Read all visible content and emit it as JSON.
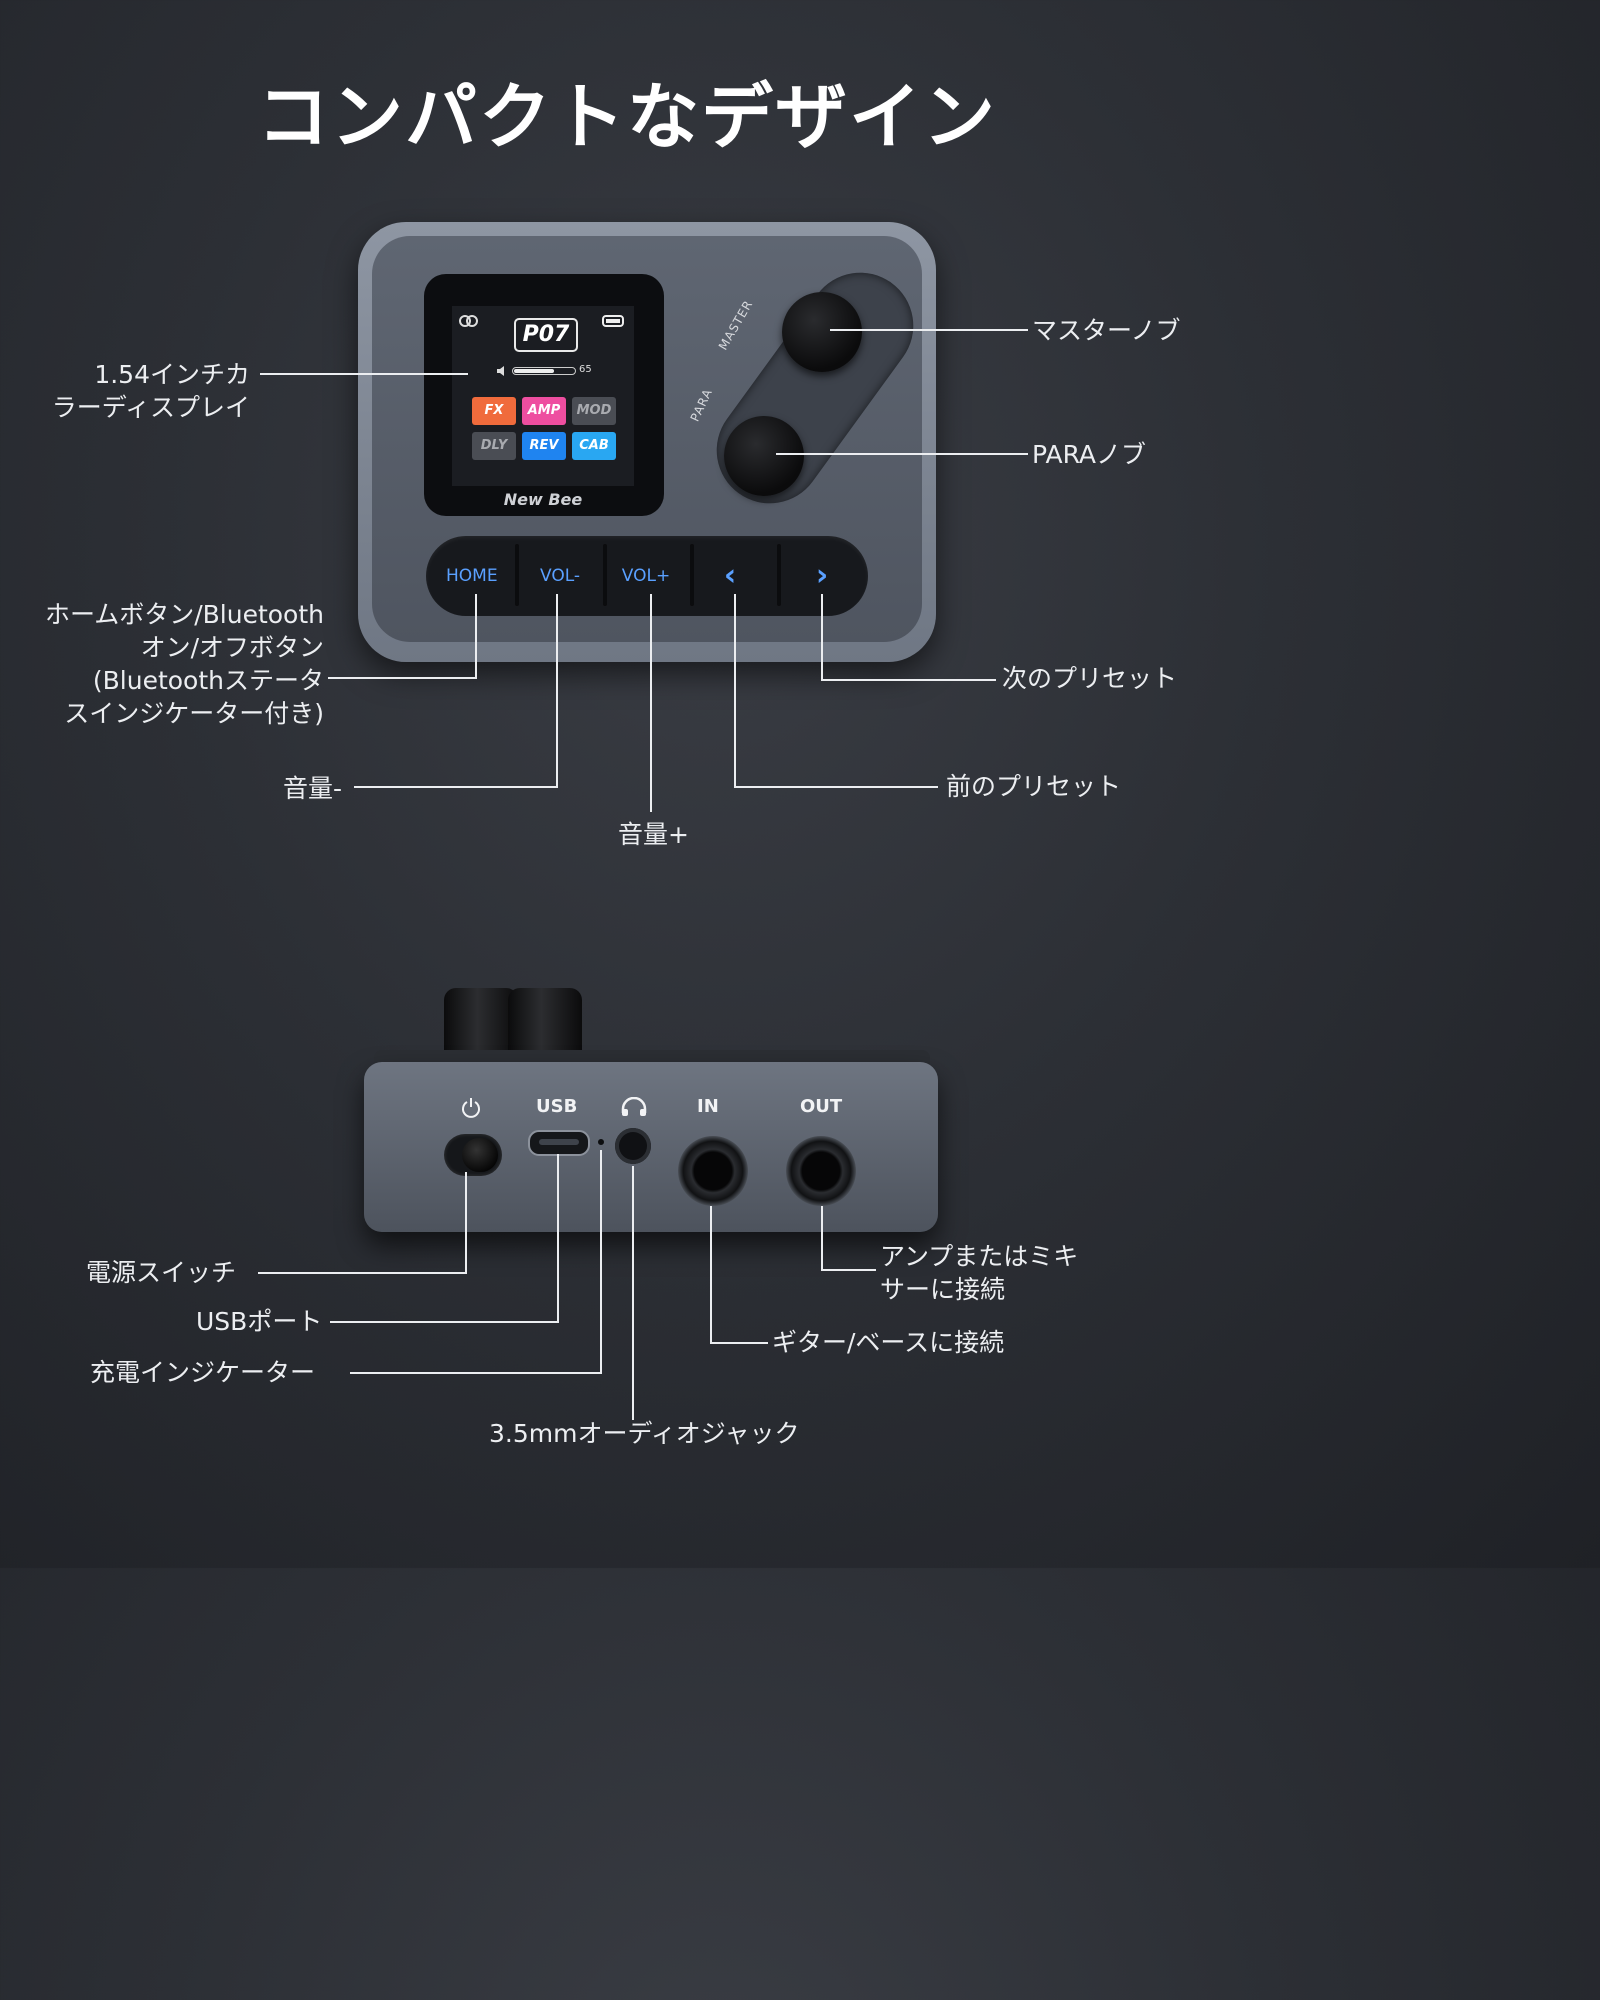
{
  "title": "コンパクトなデザイン",
  "device_screen": {
    "preset": "P07",
    "volume_value": "65",
    "effects": [
      "FX",
      "AMP",
      "MOD",
      "DLY",
      "REV",
      "CAB"
    ],
    "effect_colors": [
      "#f06b3c",
      "#ee4ea0",
      "#4a4d54",
      "#4a4d54",
      "#1f84f0",
      "#29a7f2"
    ],
    "brand": "New Bee"
  },
  "device_buttons": {
    "home": "HOME",
    "vol_down": "VOL-",
    "vol_up": "VOL+",
    "prev": "‹",
    "next": "›"
  },
  "device_silkscreen": {
    "master": "MASTER",
    "para": "PARA"
  },
  "front_callouts": {
    "display": [
      "1.54インチカ",
      "ラーディスプレイ"
    ],
    "master_knob": "マスターノブ",
    "para_knob": "PARAノブ",
    "home_button": [
      "ホームボタン/Bluetooth",
      "オン/オフボタン",
      "(Bluetoothステータ",
      "スインジケーター付き)"
    ],
    "next_preset": "次のプリセット",
    "volume_down": "音量-",
    "previous_preset": "前のプリセット",
    "volume_up": "音量+"
  },
  "port_labels": {
    "power_icon": "power-icon",
    "usb": "USB",
    "headphone_icon": "headphone-icon",
    "in": "IN",
    "out": "OUT"
  },
  "rear_callouts": {
    "power_switch": "電源スイッチ",
    "usb_port": "USBポート",
    "charge_indicator": "充電インジケーター",
    "audio_jack": "3.5mmオーディオジャック",
    "guitar_in": "ギター/ベースに接続",
    "amp_out": [
      "アンプまたはミキ",
      "サーに接続"
    ]
  }
}
